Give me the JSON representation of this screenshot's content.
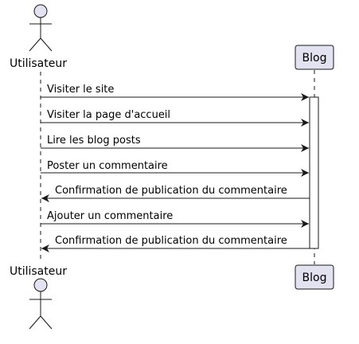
{
  "diagram": {
    "type": "sequence",
    "participants": {
      "actor": {
        "name": "Utilisateur",
        "kind": "actor"
      },
      "blog": {
        "name": "Blog",
        "kind": "participant"
      }
    },
    "messages": [
      {
        "label": "Visiter le site",
        "from": "actor",
        "to": "blog"
      },
      {
        "label": "Visiter la page d'accueil",
        "from": "actor",
        "to": "blog"
      },
      {
        "label": "Lire les blog posts",
        "from": "actor",
        "to": "blog"
      },
      {
        "label": "Poster un commentaire",
        "from": "actor",
        "to": "blog"
      },
      {
        "label": "Confirmation de publication du commentaire",
        "from": "blog",
        "to": "actor"
      },
      {
        "label": "Ajouter un commentaire",
        "from": "actor",
        "to": "blog"
      },
      {
        "label": "Confirmation de publication du commentaire",
        "from": "blog",
        "to": "actor"
      }
    ],
    "colors": {
      "participant_fill": "#e2e2f0",
      "participant_stroke": "#181818",
      "lifeline": "#181818",
      "arrow": "#181818",
      "activation_fill": "#ffffff"
    }
  }
}
